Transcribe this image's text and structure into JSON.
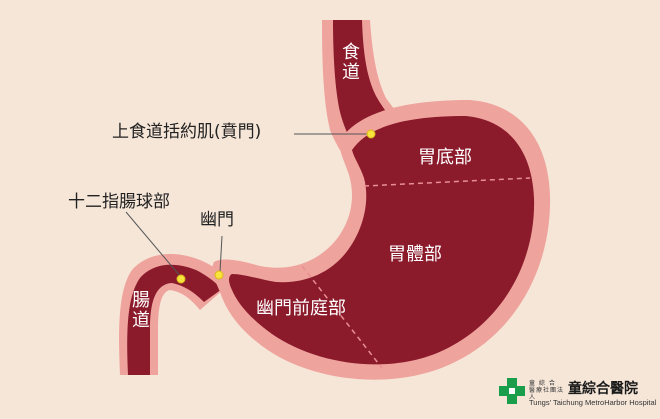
{
  "labels": {
    "esophagus": "食道",
    "les": "上食道括約肌(賁門)",
    "fundus": "胃底部",
    "body": "胃體部",
    "antrum": "幽門前庭部",
    "pylorus": "幽門",
    "duodenal_bulb": "十二指腸球部",
    "duodenum": "腸道"
  },
  "logo": {
    "small_text": "童 綜 合 醫療社團法人",
    "name": "童綜合醫院",
    "english": "Tungs' Taichung MetroHarbor Hospital"
  },
  "colors": {
    "background": "#f5e6d8",
    "wall": "#a82636",
    "mucosa_light": "#efa39d",
    "interior": "#8b1a2b",
    "marker": "#f7e33c",
    "logo_green": "#1b9e4b"
  }
}
